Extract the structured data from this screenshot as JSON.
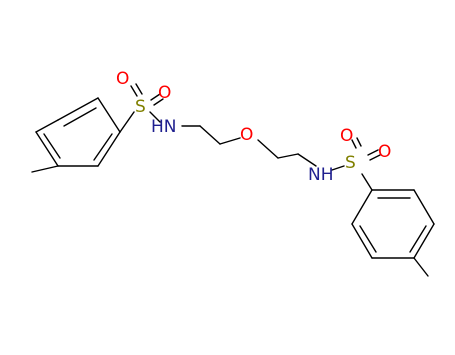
{
  "molecule": {
    "atoms": {
      "o1": "O",
      "o2": "O",
      "s1": "S",
      "nh1": "HN",
      "o_ether": "O",
      "nh2": "NH",
      "s2": "S",
      "o3": "O",
      "o4": "O"
    },
    "colors": {
      "bond": "#000000",
      "oxygen": "#ff0000",
      "nitrogen": "#1f1f8f",
      "sulfur": "#808000"
    }
  }
}
